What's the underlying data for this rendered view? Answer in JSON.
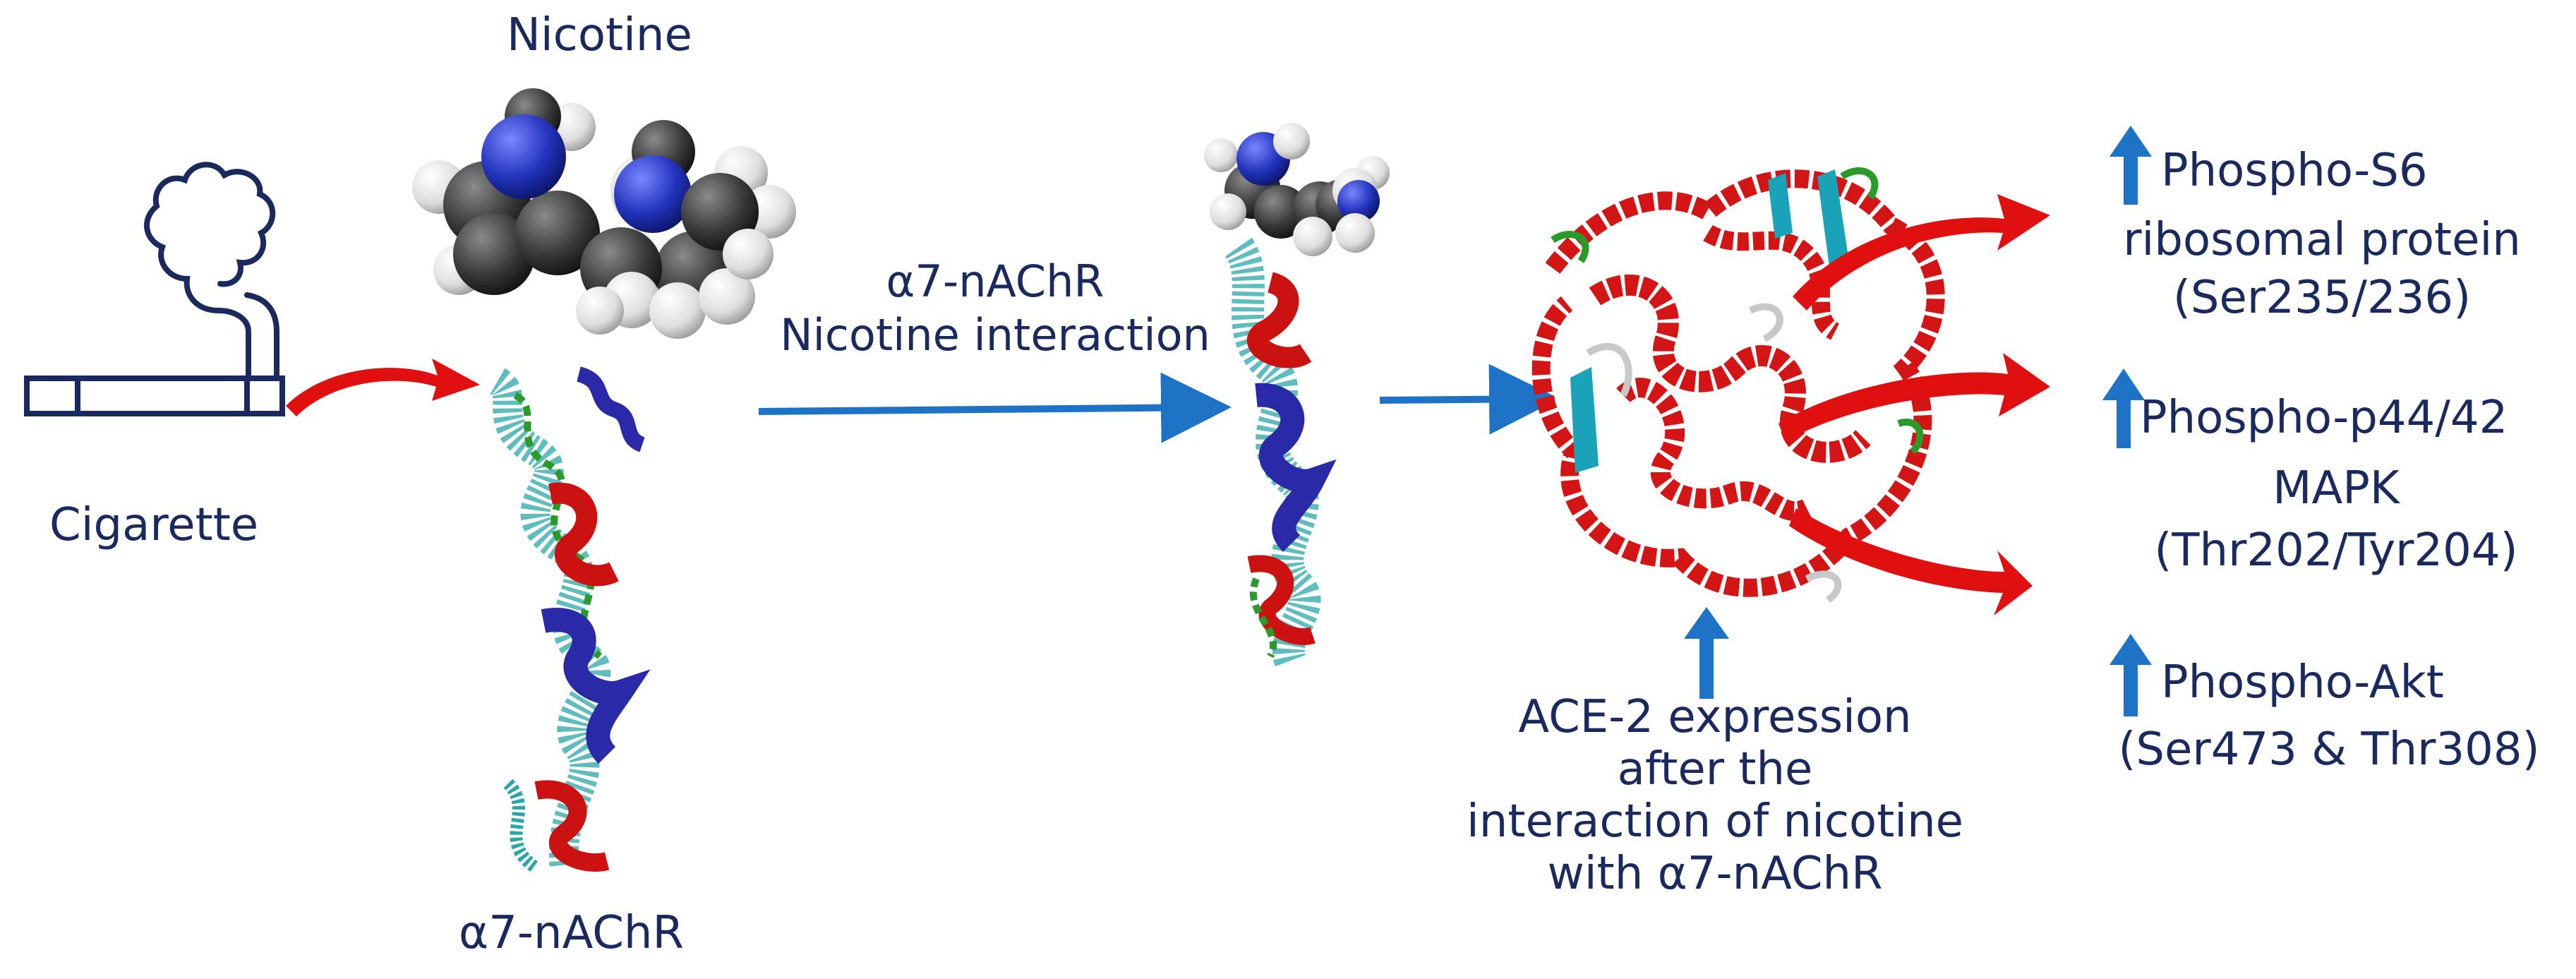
{
  "labels": {
    "nicotine": "Nicotine",
    "cigarette": "Cigarette",
    "receptor_bottom": "α7-nAChR",
    "interaction_line1": "α7-nAChR",
    "interaction_line2": "Nicotine interaction",
    "ace2_line1": "ACE-2 expression",
    "ace2_line2": "after the",
    "ace2_line3": "interaction of nicotine",
    "ace2_line4": "with α7-nAChR",
    "s6_line1": "Phospho-S6",
    "s6_line2": "ribosomal protein",
    "s6_line3": "(Ser235/236)",
    "mapk_line1": "Phospho-p44/42",
    "mapk_line2": "MAPK",
    "mapk_line3": "(Thr202/Tyr204)",
    "akt_line1": "Phospho-Akt",
    "akt_line2": "(Ser473 & Thr308)"
  },
  "colors": {
    "text": "#1b2a5e",
    "blue_arrow": "#1f73c6",
    "red_arrow": "#e01010",
    "helix_blue": "#2a2aa8",
    "sheet_red": "#cc1111",
    "coil_cyan": "#2aa7a7",
    "coil_green": "#2a9a2a",
    "ace2_red": "#d41515",
    "ace2_sheet": "#1aa3b8",
    "nitrogen": "#2233bb",
    "carbon": "#3a3a3a",
    "hydrogen": "#e8e8e8"
  },
  "icons": [
    "cigarette-icon",
    "smoke-icon",
    "nicotine-molecule",
    "receptor-structure",
    "ace2-protein-structure",
    "up-arrow-icon"
  ]
}
